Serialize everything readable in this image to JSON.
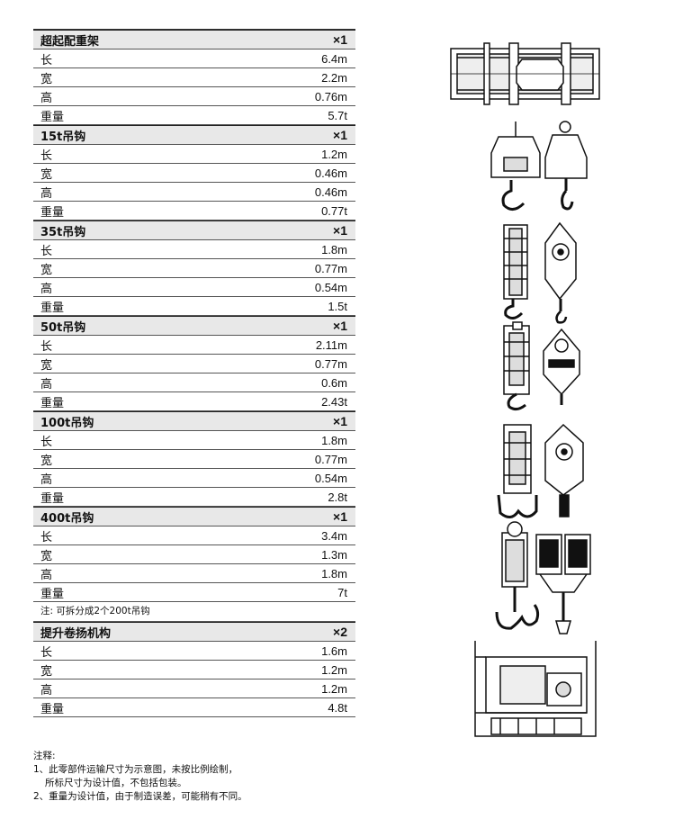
{
  "sections": [
    {
      "title": "超起配重架",
      "qty": "×1",
      "rows": [
        {
          "label": "长",
          "value": "6.4m"
        },
        {
          "label": "宽",
          "value": "2.2m"
        },
        {
          "label": "高",
          "value": "0.76m"
        },
        {
          "label": "重量",
          "value": "5.7t"
        }
      ]
    },
    {
      "title": "15t吊钩",
      "qty": "×1",
      "rows": [
        {
          "label": "长",
          "value": "1.2m"
        },
        {
          "label": "宽",
          "value": "0.46m"
        },
        {
          "label": "高",
          "value": "0.46m"
        },
        {
          "label": "重量",
          "value": "0.77t"
        }
      ]
    },
    {
      "title": "35t吊钩",
      "qty": "×1",
      "rows": [
        {
          "label": "长",
          "value": "1.8m"
        },
        {
          "label": "宽",
          "value": "0.77m"
        },
        {
          "label": "高",
          "value": "0.54m"
        },
        {
          "label": "重量",
          "value": "1.5t"
        }
      ]
    },
    {
      "title": "50t吊钩",
      "qty": "×1",
      "rows": [
        {
          "label": "长",
          "value": "2.11m"
        },
        {
          "label": "宽",
          "value": "0.77m"
        },
        {
          "label": "高",
          "value": "0.6m"
        },
        {
          "label": "重量",
          "value": "2.43t"
        }
      ]
    },
    {
      "title": "100t吊钩",
      "qty": "×1",
      "rows": [
        {
          "label": "长",
          "value": "1.8m"
        },
        {
          "label": "宽",
          "value": "0.77m"
        },
        {
          "label": "高",
          "value": "0.54m"
        },
        {
          "label": "重量",
          "value": "2.8t"
        }
      ]
    },
    {
      "title": "400t吊钩",
      "qty": "×1",
      "rows": [
        {
          "label": "长",
          "value": "3.4m"
        },
        {
          "label": "宽",
          "value": "1.3m"
        },
        {
          "label": "高",
          "value": "1.8m"
        },
        {
          "label": "重量",
          "value": "7t"
        }
      ],
      "note": "注: 可拆分成2个200t吊钩"
    },
    {
      "title": "提升卷扬机构",
      "qty": "×2",
      "rows": [
        {
          "label": "长",
          "value": "1.6m"
        },
        {
          "label": "宽",
          "value": "1.2m"
        },
        {
          "label": "高",
          "value": "1.2m"
        },
        {
          "label": "重量",
          "value": "4.8t"
        }
      ]
    }
  ],
  "footer": {
    "heading": "注释:",
    "line1": "1、此零部件运输尺寸为示意图，未按比例绘制，",
    "line2": "所标尺寸为设计值，不包括包装。",
    "line3": "2、重量为设计值，由于制造误差，可能稍有不同。"
  }
}
